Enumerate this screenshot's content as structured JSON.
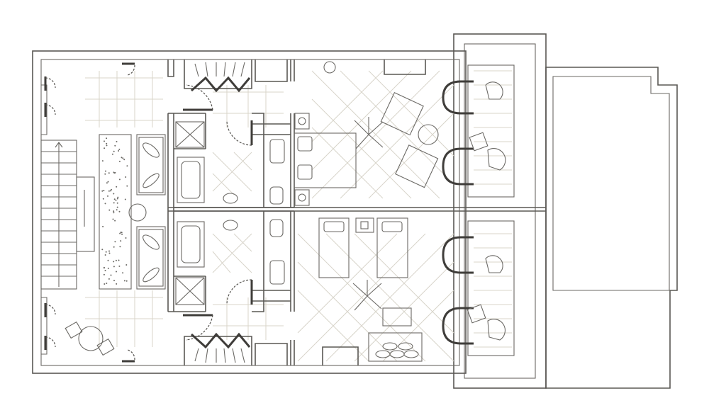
{
  "colors": {
    "background": "#ffffff",
    "floor": "#f8f6ef",
    "walls": "#5a5854",
    "tile_pattern": "#d8d4ca"
  },
  "plan": {
    "stair_direction": "up",
    "bedrooms": 2,
    "bathrooms": 2,
    "balconies": 2
  }
}
